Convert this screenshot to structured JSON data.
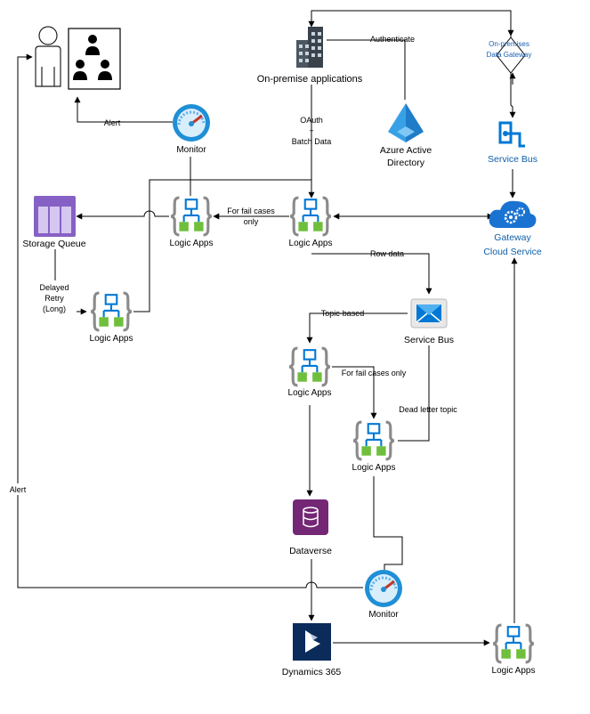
{
  "labels": {
    "onprem_apps": "On-premise applications",
    "authenticate": "Authenticate",
    "onprem_gw_1": "On-premises",
    "onprem_gw_2": "Data Gateway",
    "alert_top": "Alert",
    "monitor_top": "Monitor",
    "oauth_1": "OAuth",
    "oauth_2": "+",
    "oauth_3": "Batch Data",
    "aad_1": "Azure Active",
    "aad_2": "Directory",
    "service_bus_top": "Service Bus",
    "storage_queue": "Storage Queue",
    "logic_apps_left": "Logic Apps",
    "fail_cases_1": "For fail cases",
    "fail_cases_2": "only",
    "logic_apps_center": "Logic Apps",
    "gateway_cloud_1": "Gateway",
    "gateway_cloud_2": "Cloud Service",
    "row_data": "Row data",
    "delayed_1": "Delayed",
    "delayed_2": "Retry",
    "delayed_3": "(Long)",
    "logic_apps_retry": "Logic Apps",
    "topic_based": "Topic-based",
    "service_bus_mid": "Service Bus",
    "logic_apps_topic": "Logic Apps",
    "fail_cases_only": "For fail cases only",
    "dead_letter": "Dead letter topic",
    "logic_apps_deadletter": "Logic Apps",
    "alert_left": "Alert",
    "dataverse": "Dataverse",
    "monitor_bottom": "Monitor",
    "dynamics": "Dynamics 365",
    "logic_apps_bottom": "Logic Apps"
  },
  "colors": {
    "azure_blue": "#0078d4",
    "logic_green": "#6fbf3c",
    "storage_purple": "#8661c5",
    "dataverse_purple": "#742774",
    "dynamics_navy": "#0b2b5b",
    "building_gray": "#4b5763",
    "line": "#000000"
  }
}
